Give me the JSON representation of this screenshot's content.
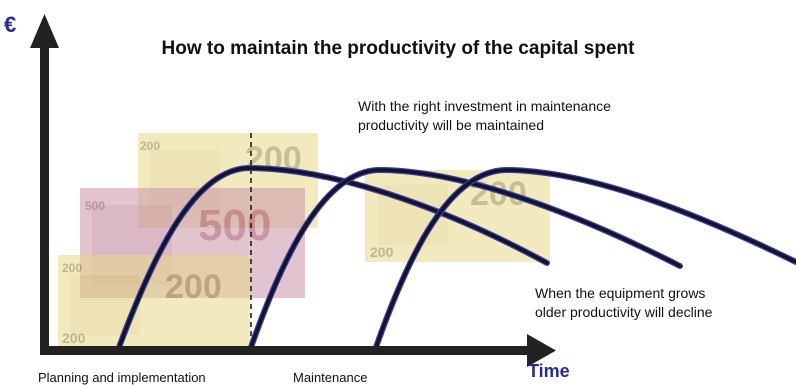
{
  "title": "How to maintain the productivity of the capital spent",
  "axes": {
    "y_symbol": "€",
    "x_label": "Time"
  },
  "notes": {
    "top_line1": "With the right investment in maintenance",
    "top_line2": "productivity will be maintained",
    "bottom_line1": "When the equipment grows",
    "bottom_line2": "older productivity will decline"
  },
  "phases": {
    "planning": "Planning and implementation",
    "maintenance": "Maintenance"
  },
  "banknotes": [
    {
      "denomination": "200",
      "color": "#e9d98a"
    },
    {
      "denomination": "500",
      "color": "#cf9db0"
    },
    {
      "denomination": "200",
      "color": "#e9d98a"
    },
    {
      "denomination": "200",
      "color": "#e9d98a"
    }
  ],
  "colors": {
    "axis": "#222222",
    "curve": "#151520",
    "curve_edge": "#3a3ab0",
    "accent": "#2b2b8f"
  }
}
